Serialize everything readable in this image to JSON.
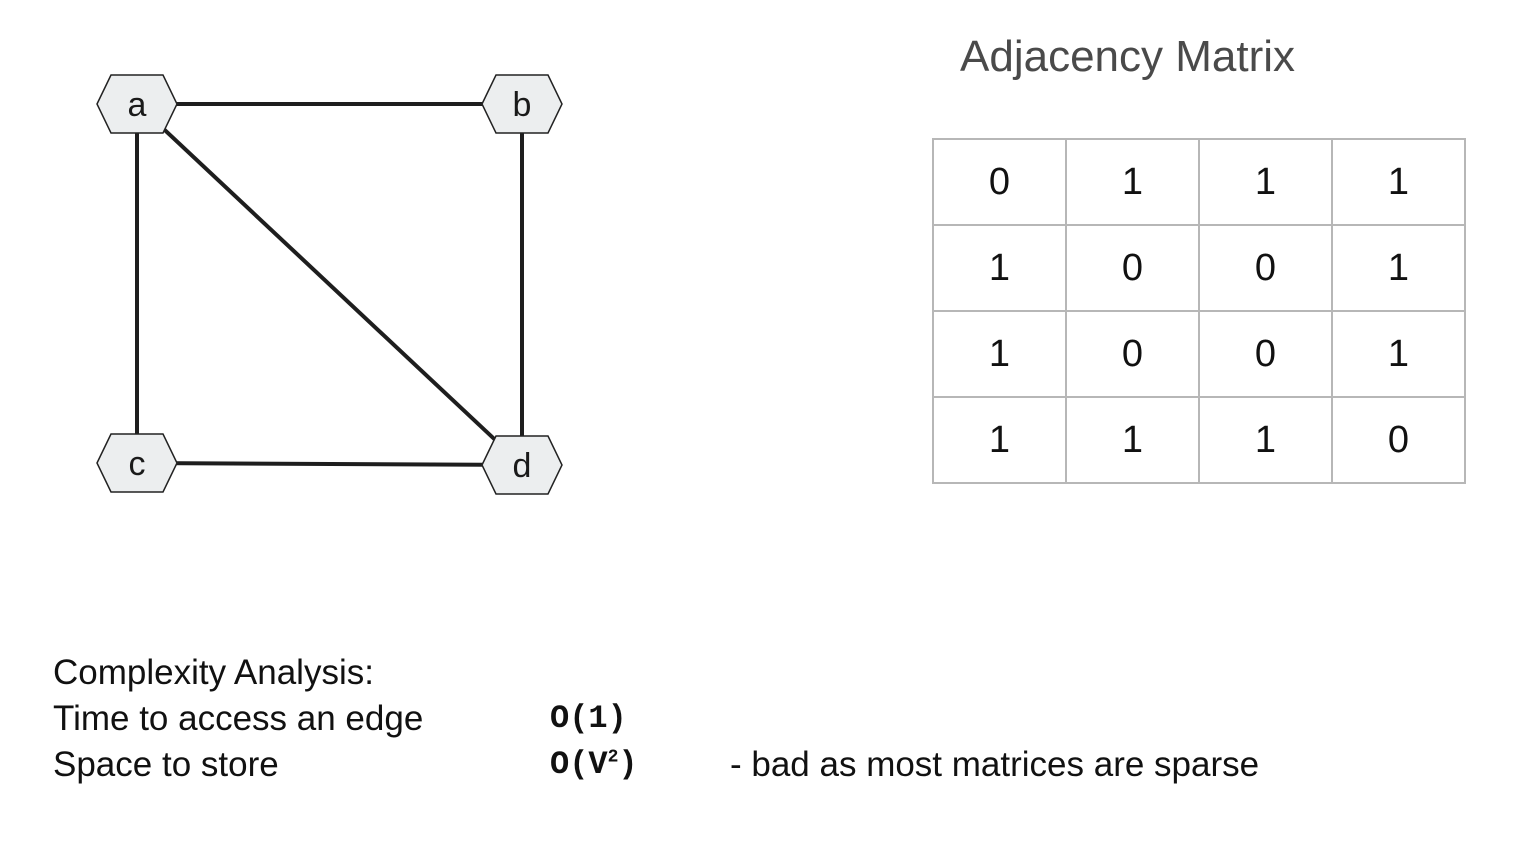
{
  "graph": {
    "nodes": [
      {
        "id": "a",
        "label": "a"
      },
      {
        "id": "b",
        "label": "b"
      },
      {
        "id": "c",
        "label": "c"
      },
      {
        "id": "d",
        "label": "d"
      }
    ],
    "edges": [
      [
        "a",
        "b"
      ],
      [
        "a",
        "c"
      ],
      [
        "a",
        "d"
      ],
      [
        "b",
        "d"
      ],
      [
        "c",
        "d"
      ]
    ],
    "colors": {
      "node_fill": "#eceeef",
      "node_stroke": "#222222",
      "edge": "#1e1e1e"
    }
  },
  "matrix": {
    "title": "Adjacency Matrix",
    "rows": [
      [
        "0",
        "1",
        "1",
        "1"
      ],
      [
        "1",
        "0",
        "0",
        "1"
      ],
      [
        "1",
        "0",
        "0",
        "1"
      ],
      [
        "1",
        "1",
        "1",
        "0"
      ]
    ]
  },
  "complexity": {
    "heading": "Complexity Analysis:",
    "time_label": "Time to access an edge",
    "time_value": "O(1)",
    "space_label": "Space to store",
    "space_value_base": "O(V",
    "space_value_exp": "2",
    "space_value_close": ")",
    "space_note": "- bad as most matrices are sparse"
  }
}
